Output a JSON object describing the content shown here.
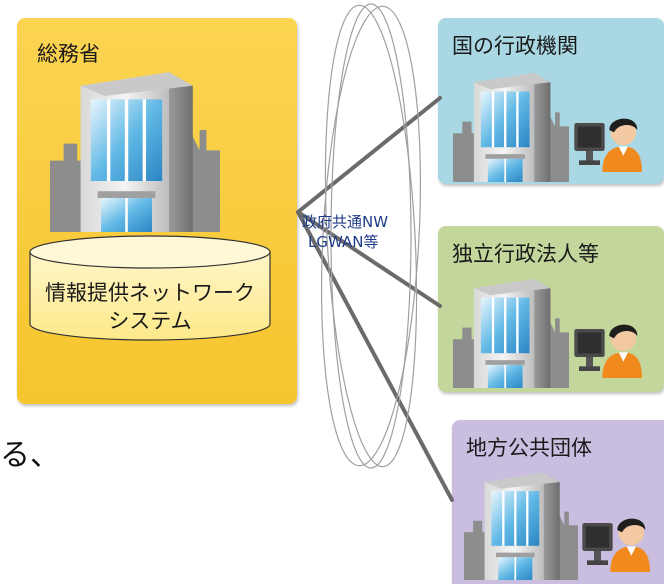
{
  "main": {
    "title": "総務省",
    "system_line1": "情報提供ネットワーク",
    "system_line2": "システム"
  },
  "network": {
    "line1": "政府共通NW",
    "line2": "LGWAN等"
  },
  "targets": [
    {
      "title": "国の行政機関"
    },
    {
      "title": "独立行政法人等"
    },
    {
      "title": "地方公共団体"
    }
  ],
  "fragment_text": "る、",
  "colors": {
    "main_panel": "#f6c52e",
    "gov_panel": "#a9d8e4",
    "ind_panel": "#c3d69b",
    "loc_panel": "#c9bde0",
    "connector": "#6b6b6b",
    "network_label": "#1f3c88"
  },
  "icons": [
    "building-icon",
    "database-cylinder-icon",
    "person-at-computer-icon",
    "network-ellipse-icon"
  ]
}
